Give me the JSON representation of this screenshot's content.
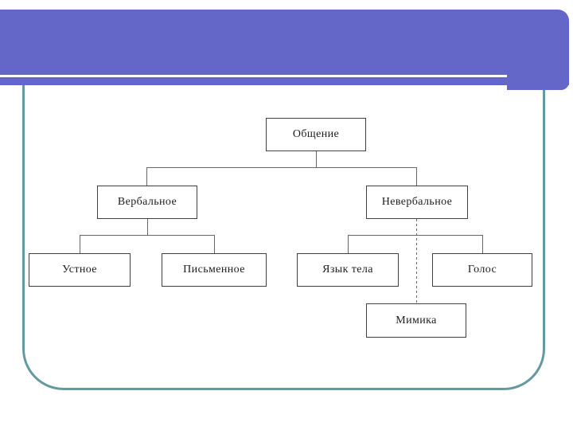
{
  "slide": {
    "background_color": "#ffffff",
    "banner": {
      "color": "#6467c8",
      "underline_color": "#ffffff"
    },
    "frame": {
      "border_color": "#649a9e"
    },
    "diagram": {
      "type": "org-chart",
      "node_border_color": "#3f3f3f",
      "connector_color": "#666666",
      "nodes": {
        "root": "Общение",
        "verbal": "Вербальное",
        "nonverbal": "Невербальное",
        "oral": "Устное",
        "written": "Письменное",
        "body_language": "Язык тела",
        "voice": "Голос",
        "mimicry": "Мимика"
      },
      "edges": [
        [
          "Общение",
          "Вербальное"
        ],
        [
          "Общение",
          "Невербальное"
        ],
        [
          "Вербальное",
          "Устное"
        ],
        [
          "Вербальное",
          "Письменное"
        ],
        [
          "Невербальное",
          "Язык тела"
        ],
        [
          "Невербальное",
          "Голос"
        ],
        [
          "Невербальное",
          "Мимика"
        ]
      ]
    }
  }
}
